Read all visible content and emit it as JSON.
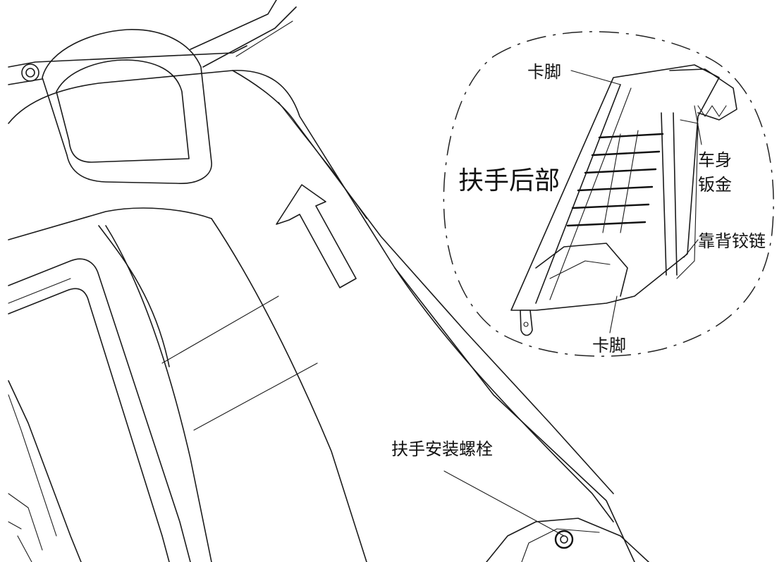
{
  "labels": {
    "clip_top": "卡脚",
    "armrest_rear": "扶手后部",
    "body_sheet_metal_line1": "车身",
    "body_sheet_metal_line2": "钣金",
    "seatback_hinge": "靠背铰链",
    "clip_bottom": "卡脚",
    "armrest_bolt": "扶手安装螺栓"
  }
}
